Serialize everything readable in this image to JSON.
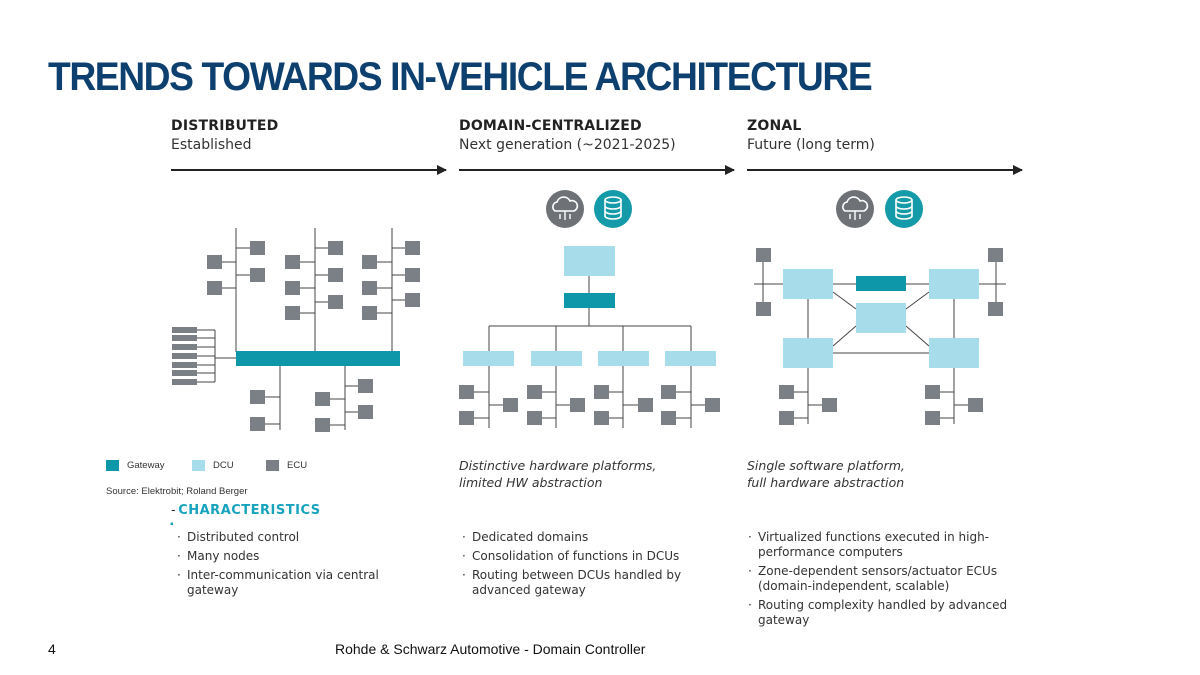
{
  "slide": {
    "title": "TRENDS TOWARDS IN-VEHICLE ARCHITECTURE",
    "page_number": "4",
    "footer": "Rohde & Schwarz Automotive - Domain Controller"
  },
  "columns": [
    {
      "heading": "DISTRIBUTED",
      "subheading": "Established"
    },
    {
      "heading": "DOMAIN-CENTRALIZED",
      "subheading": "Next generation (~2021-2025)"
    },
    {
      "heading": "ZONAL",
      "subheading": "Future (long term)"
    }
  ],
  "legend": {
    "items": [
      {
        "label": "Gateway",
        "color": "#0d97a8"
      },
      {
        "label": "DCU",
        "color": "#a7dcea"
      },
      {
        "label": "ECU",
        "color": "#7b7f86"
      }
    ],
    "source": "Source: Elektrobit; Roland Berger"
  },
  "captions": {
    "domain": [
      "Distinctive hardware platforms,",
      "limited HW abstraction"
    ],
    "zonal": [
      "Single software platform,",
      "full hardware abstraction"
    ]
  },
  "characteristics": {
    "title": "CHARACTERISTICS",
    "distributed": [
      "Distributed control",
      "Many nodes",
      "Inter-communication via central gateway"
    ],
    "domain": [
      "Dedicated domains",
      "Consolidation of functions in DCUs",
      "Routing between DCUs handled by advanced gateway"
    ],
    "zonal": [
      "Virtualized functions executed in high-performance computers",
      "Zone-dependent sensors/actuator ECUs (domain-independent, scalable)",
      "Routing complexity handled by advanced gateway"
    ]
  },
  "icons": [
    "cloud-icon",
    "database-icon"
  ],
  "colors": {
    "title": "#0d3f6f",
    "gateway": "#0d97a8",
    "dcu": "#a7dcea",
    "ecu": "#7b7f86",
    "accent": "#17a3bd",
    "icon_grey": "#6e7277",
    "icon_teal": "#149aa8"
  }
}
